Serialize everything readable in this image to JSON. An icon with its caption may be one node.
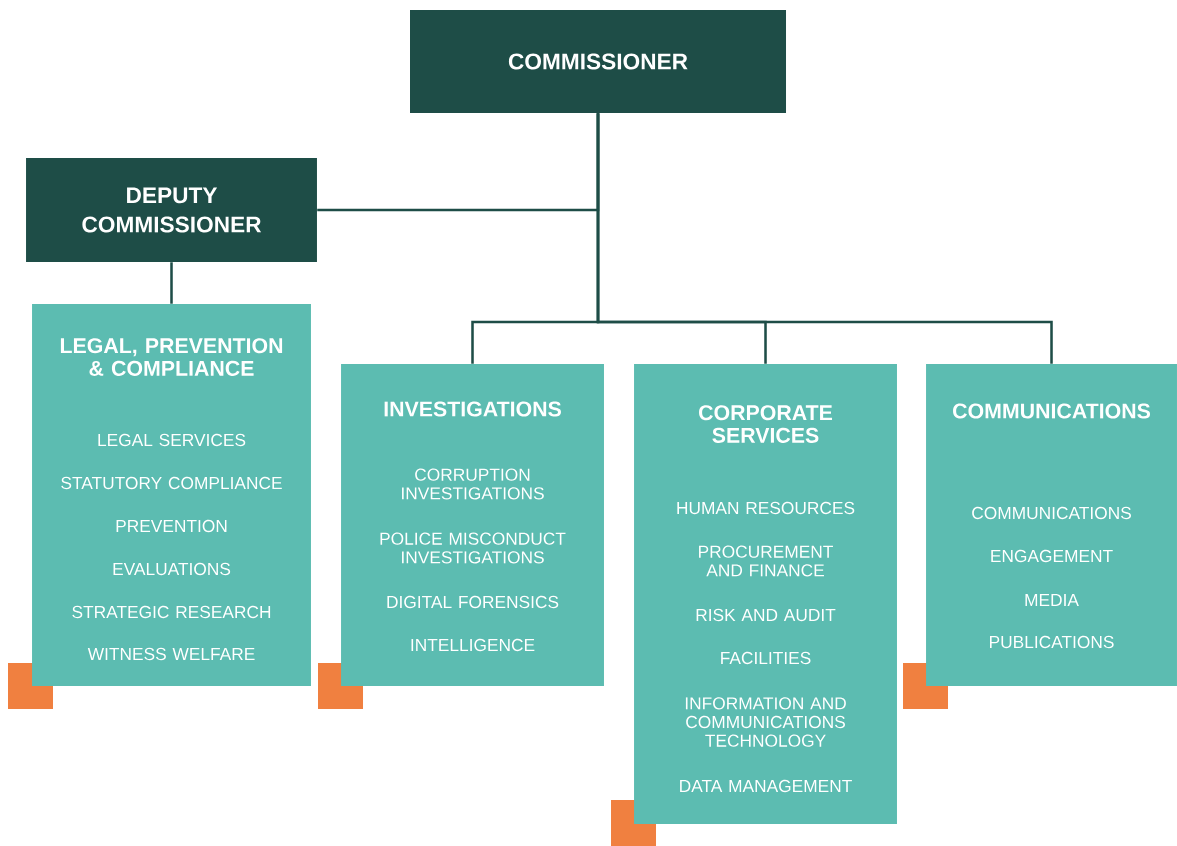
{
  "diagram": {
    "nodes": [
      {
        "text": [
          "COMMISSIONER"
        ]
      },
      {
        "text": [
          "DEPUTY COMMISSIONER"
        ]
      },
      {
        "text": [
          "LEGAL, PREVENTION & COMPLIANCE",
          "LEGAL SERVICES",
          "STATUTORY COMPLIANCE",
          "PREVENTION",
          "EVALUATIONS",
          "STRATEGIC RESEARCH",
          "WITNESS WELFARE"
        ]
      },
      {
        "text": [
          "INVESTIGATIONS",
          "CORRUPTION INVESTIGATIONS",
          "POLICE MISCONDUCT INVESTIGATIONS",
          "DIGITAL FORENSICS",
          "INTELLIGENCE"
        ]
      },
      {
        "text": [
          "CORPORATE SERVICES",
          "HUMAN RESOURCES",
          "PROCUREMENT AND FINANCE",
          "RISK AND AUDIT",
          "FACILITIES",
          "INFORMATION AND COMMUNICATIONS TECHNOLOGY",
          "DATA MANAGEMENT"
        ]
      },
      {
        "text": [
          "COMMUNICATIONS",
          "COMMUNICATIONS",
          "ENGAGEMENT",
          "MEDIA",
          "PUBLICATIONS"
        ]
      }
    ],
    "edges": [
      {
        "from": 0,
        "to": 1,
        "arrow": "none"
      },
      {
        "from": 1,
        "to": 2,
        "arrow": "none"
      },
      {
        "from": 0,
        "to": 3,
        "arrow": "none"
      },
      {
        "from": 0,
        "to": 4,
        "arrow": "none"
      },
      {
        "from": 0,
        "to": 5,
        "arrow": "none"
      }
    ]
  }
}
